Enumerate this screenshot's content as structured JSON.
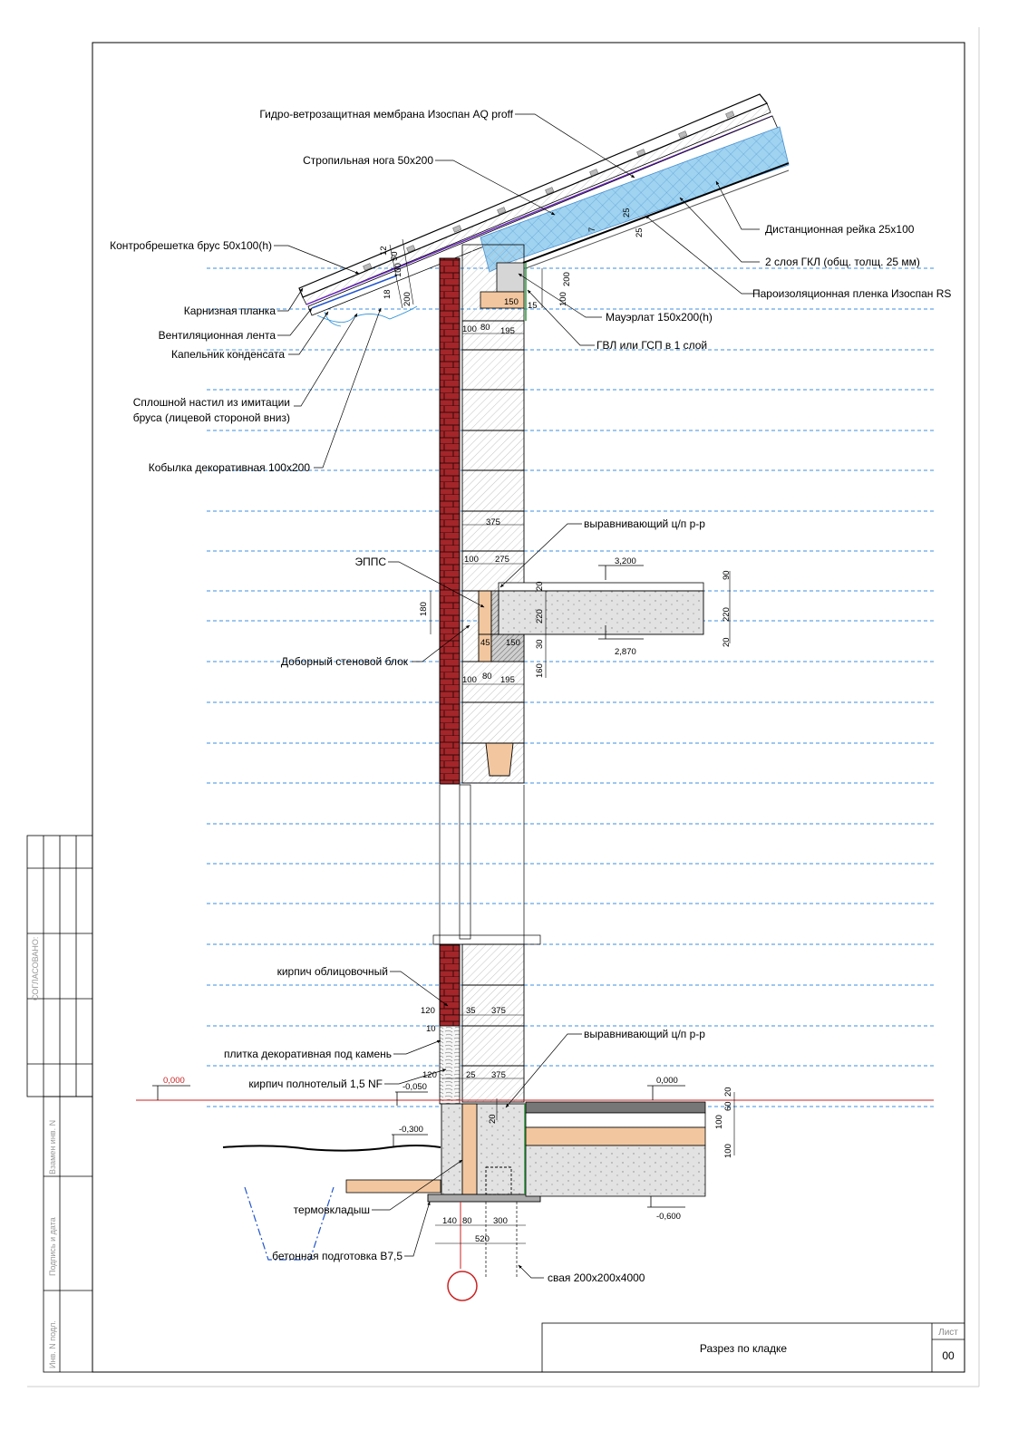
{
  "labels": {
    "membrane": "Гидро-ветрозащитная мембрана Изоспан AQ proff",
    "rafter": "Стропильная нога 50х200",
    "counter_batten": "Контробрешетка брус 50х100(h)",
    "spacer_rail": "Дистанционная рейка 25х100",
    "gkl": "2 слоя ГКЛ (общ. толщ. 25 мм)",
    "vapor_film": "Пароизоляционная пленка Изоспан RS",
    "eave_strip": "Карнизная планка",
    "vent_tape": "Вентиляционная лента",
    "drip": "Капельник конденсата",
    "sheathing_1": "Сплошной настил из имитации",
    "sheathing_2": "бруса (лицевой стороной вниз)",
    "decorative_fascia": "Кобылка декоративная 100х200",
    "mauerlat": "Мауэрлат 150х200(h)",
    "gvl": "ГВЛ или ГСП в 1 слой",
    "leveling_top": "выравнивающий ц/п р-р",
    "epps": "ЭППС",
    "extra_block": "Доборный стеновой блок",
    "facing_brick": "кирпич облицовочный",
    "decor_tile": "плитка декоративная под камень",
    "solid_brick": "кирпич полнотелый 1,5 NF",
    "leveling_bottom": "выравнивающий ц/п р-р",
    "thermal_insert": "термовкладыш",
    "concrete_prep": "бетонная подготовка В7,5",
    "pile": "свая 200х200х4000"
  },
  "levels": {
    "slab_top": "3,200",
    "slab_bottom": "2,870",
    "zero_left": "0,000",
    "zero_right": "0,000",
    "minus_0050": "-0,050",
    "minus_0300": "-0,300",
    "minus_0600": "-0,600"
  },
  "dims": {
    "roof_12": "12",
    "roof_50": "50",
    "roof_100": "100",
    "roof_18": "18",
    "roof_200": "200",
    "roof_25a": "25",
    "roof_25b": "25",
    "roof_7": "7",
    "m_150": "150",
    "m_15": "15",
    "m_200": "200",
    "m_100": "100",
    "top_100": "100",
    "top_80": "80",
    "top_195": "195",
    "w_375": "375",
    "s_100": "100",
    "s_275": "275",
    "s_180": "180",
    "s_20a": "20",
    "s_220a": "220",
    "s_45": "45",
    "s_150": "150",
    "s_30": "30",
    "s_160": "160",
    "s_90": "90",
    "s_220b": "220",
    "s_20b": "20",
    "b_100": "100",
    "b_80": "80",
    "b_195": "195",
    "f_120a": "120",
    "f_35": "35",
    "f_375a": "375",
    "f_10": "10",
    "f_120b": "120",
    "f_25": "25",
    "f_375b": "375",
    "f_20": "20",
    "fl_20": "20",
    "fl_60": "60",
    "fl_100a": "100",
    "fl_100b": "100",
    "ft_140": "140",
    "ft_80": "80",
    "ft_300": "300",
    "ft_520": "520"
  },
  "stamp": {
    "agreed": "СОГЛАСОВАНО:",
    "replaced": "Взамен инв. N",
    "signature": "Подпись и дата",
    "inv_no": "Инв. N подл.",
    "title": "Разрез по кладке",
    "sheet_label": "Лист",
    "sheet_no": "00"
  },
  "colors": {
    "brick": "#a3262a",
    "insulation": "#f2c79f",
    "mineral_wool": "#9fd3f0",
    "concrete": "#e2e2e2",
    "guide": "#3b8fe0",
    "zero_line": "#cc2222"
  }
}
